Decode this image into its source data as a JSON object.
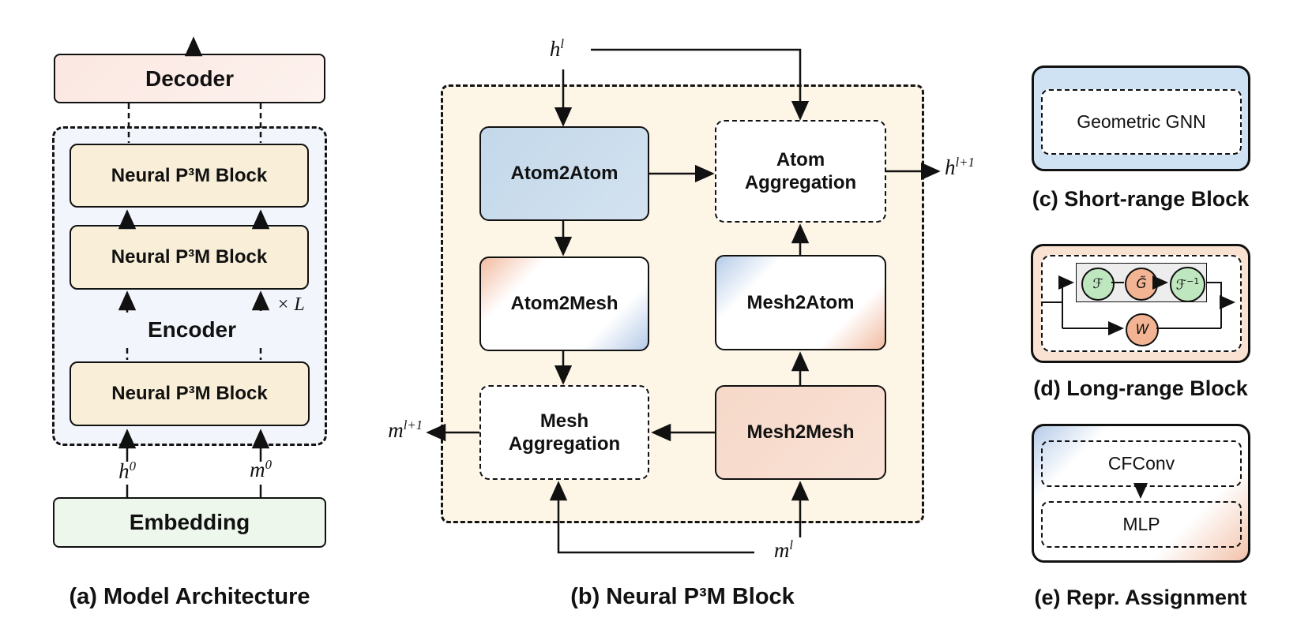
{
  "figure": {
    "panel_a": {
      "caption": "(a) Model Architecture",
      "decoder_label": "Decoder",
      "block1_label": "Neural P³M Block",
      "block2_label": "Neural P³M Block",
      "block3_label": "Neural P³M Block",
      "encoder_label": "Encoder",
      "embedding_label": "Embedding",
      "repeat_label": "× L",
      "h0": {
        "base": "h",
        "sup": "0"
      },
      "m0": {
        "base": "m",
        "sup": "0"
      }
    },
    "panel_b": {
      "caption": "(b) Neural P³M Block",
      "atom2atom_label": "Atom2Atom",
      "atom2mesh_label": "Atom2Mesh",
      "mesh2atom_label": "Mesh2Atom",
      "mesh2mesh_label": "Mesh2Mesh",
      "atom_aggregation_label": "Atom Aggregation",
      "mesh_aggregation_label": "Mesh Aggregation",
      "h_in": {
        "base": "h",
        "sup": "l"
      },
      "h_out": {
        "base": "h",
        "sup": "l+1"
      },
      "m_in": {
        "base": "m",
        "sup": "l"
      },
      "m_out": {
        "base": "m",
        "sup": "l+1"
      }
    },
    "panel_c": {
      "caption": "(c) Short-range Block",
      "gnn_label": "Geometric GNN"
    },
    "panel_d": {
      "caption": "(d) Long-range Block",
      "fourier_label": "ℱ",
      "green_fn_label": "G̃",
      "inverse_fourier": {
        "base": "ℱ",
        "sup": "−1"
      },
      "w_label": "W"
    },
    "panel_e": {
      "caption": "(e) Repr. Assignment",
      "cfconv_label": "CFConv",
      "mlp_label": "MLP"
    },
    "colors": {
      "decoder_fill": "#fcebe5",
      "np3m_fill": "#f9efd8",
      "encoder_container_fill": "#f2f6fc",
      "embedding_fill": "#edf7ec",
      "panel_b_fill": "#fdf6e7",
      "atom2atom_fill": "#c9dcec",
      "mesh2mesh_fill": "#f7dccf",
      "short_range_fill": "#cfe2f4",
      "long_range_fill": "#f9e2d2",
      "circle_green": "#bfe7bf",
      "circle_salmon": "#f3b493",
      "line_color": "#111111"
    }
  }
}
